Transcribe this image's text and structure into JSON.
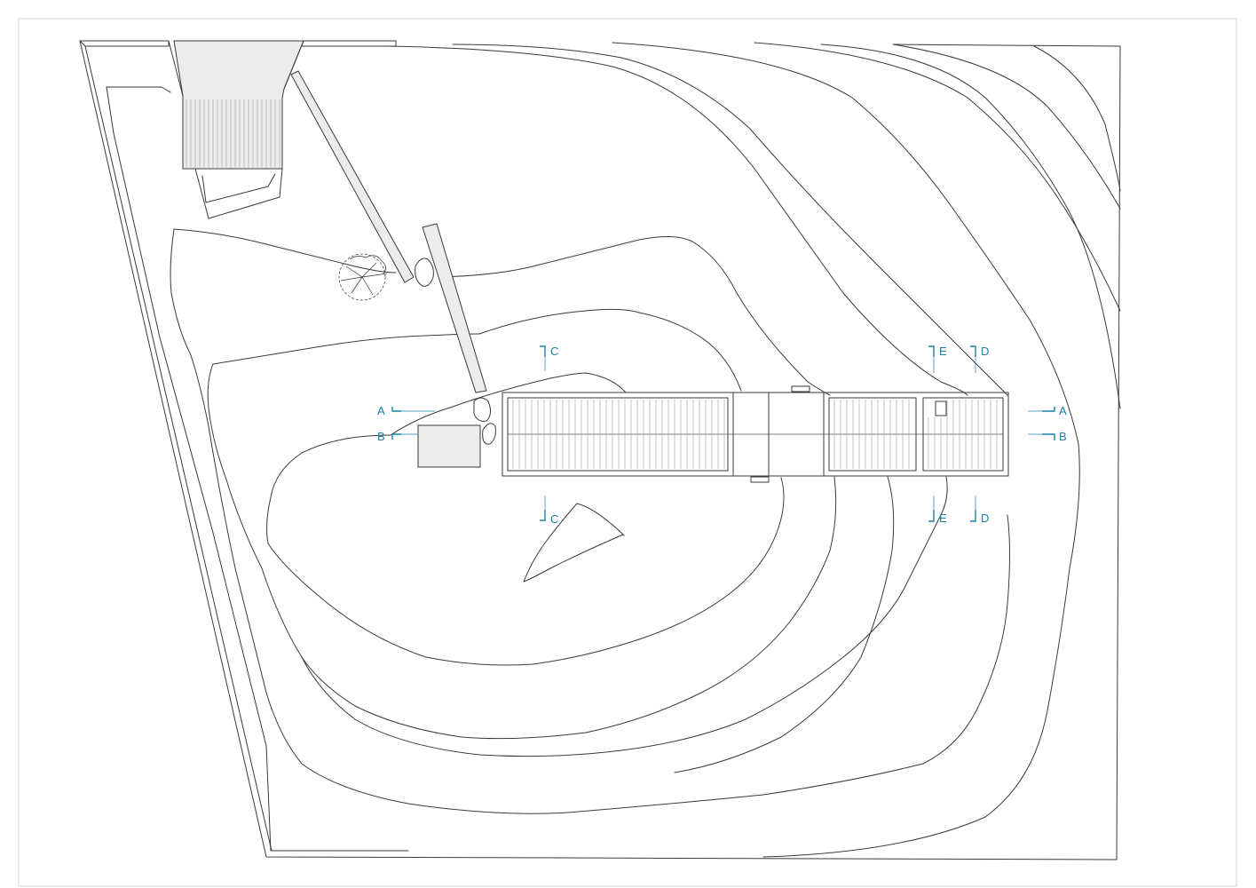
{
  "drawing": {
    "type": "site plan with contour lines",
    "accent_color": "#1a7fa6",
    "line_color": "#3a3a3a"
  },
  "section_markers": {
    "a_left": "A",
    "a_right": "A",
    "b_left": "B",
    "b_right": "B",
    "c_top": "C",
    "c_bottom": "C",
    "d_top": "D",
    "d_bottom": "D",
    "e_top": "E",
    "e_bottom": "E"
  }
}
